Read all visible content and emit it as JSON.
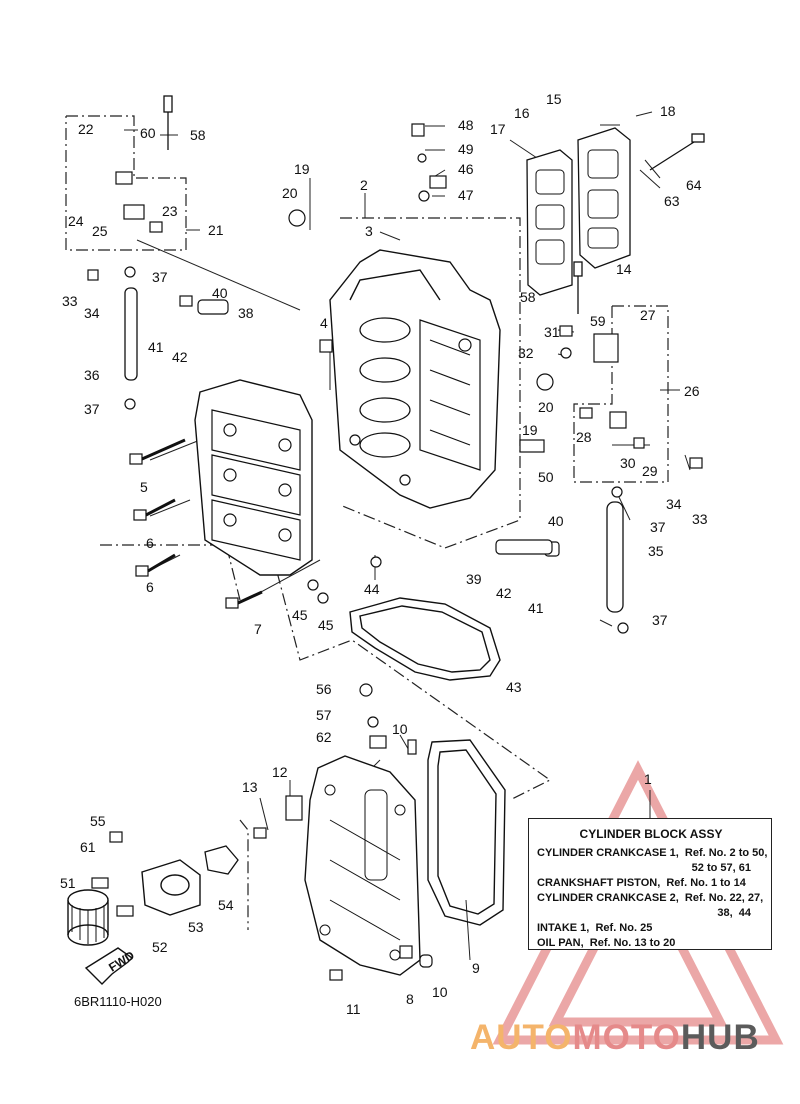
{
  "diagram": {
    "code": "6BR1110-H020",
    "fwd_label": "FWD"
  },
  "callouts": [
    "22",
    "60",
    "58",
    "24",
    "25",
    "23",
    "21",
    "33",
    "34",
    "37",
    "36",
    "37",
    "48",
    "49",
    "46",
    "47",
    "2",
    "3",
    "19",
    "20",
    "40",
    "38",
    "41",
    "42",
    "4",
    "5",
    "6",
    "6",
    "7",
    "45",
    "45",
    "44",
    "16",
    "15",
    "18",
    "17",
    "14",
    "64",
    "63",
    "58",
    "31",
    "32",
    "59",
    "27",
    "20",
    "19",
    "28",
    "26",
    "30",
    "29",
    "34",
    "33",
    "50",
    "37",
    "35",
    "40",
    "39",
    "42",
    "41",
    "37",
    "43",
    "1",
    "56",
    "57",
    "10",
    "62",
    "12",
    "13",
    "55",
    "61",
    "51",
    "52",
    "53",
    "54",
    "11",
    "8",
    "10",
    "9"
  ],
  "legend": {
    "title": "CYLINDER BLOCK ASSY",
    "lines": [
      "CYLINDER CRANKCASE 1,  Ref. No. 2 to 50,",
      "52 to 57, 61",
      "CRANKSHAFT PISTON,  Ref. No. 1 to 14",
      "CYLINDER CRANKCASE 2,  Ref. No. 22, 27,",
      "38,  44",
      "INTAKE 1,  Ref. No. 25",
      "OIL PAN,  Ref. No. 13 to 20"
    ]
  },
  "watermark": {
    "part1": "AUTO",
    "part2": "MOTO",
    "part3": "HUB",
    "colors": {
      "orange": "#f4b46b",
      "red": "#e58a8a",
      "gray": "#5b5b5b"
    }
  }
}
